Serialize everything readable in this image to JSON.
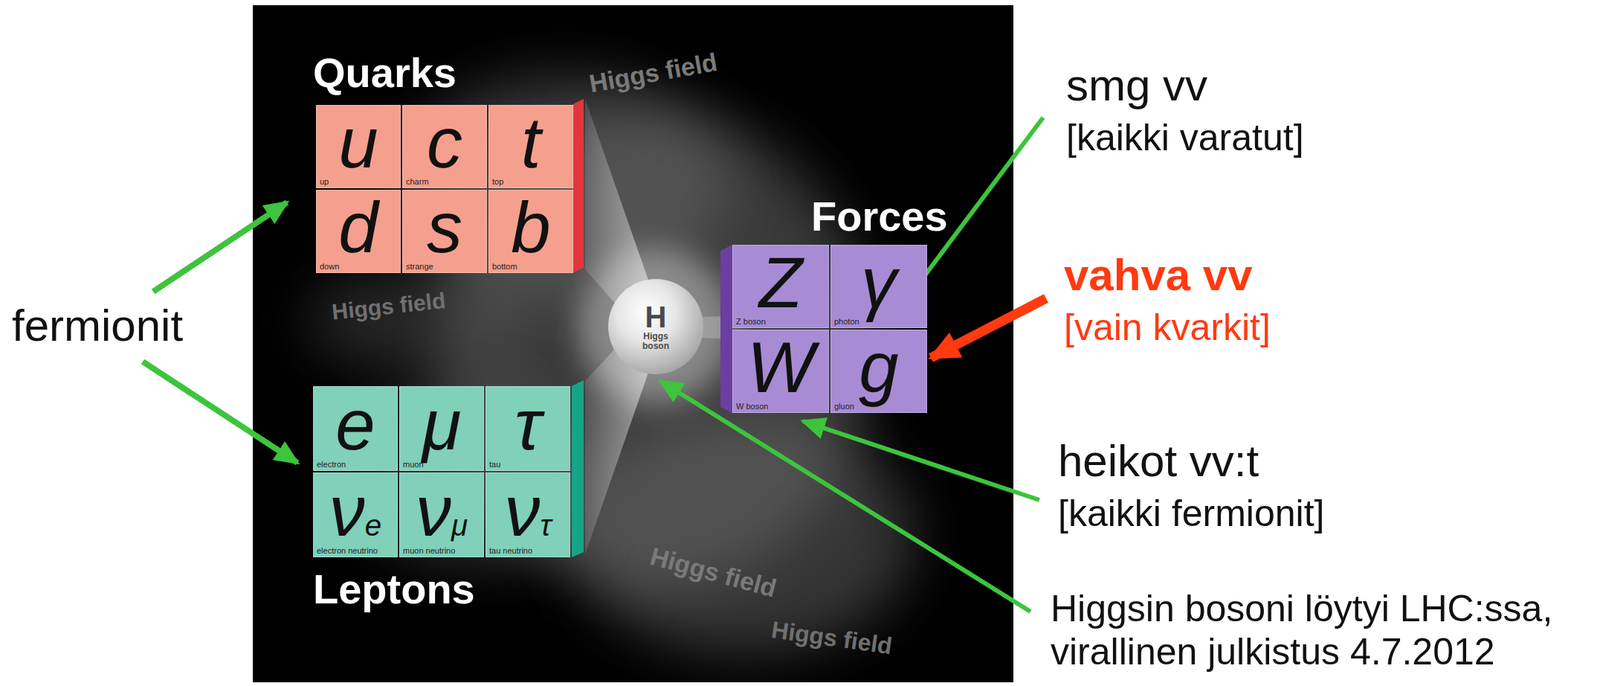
{
  "diagram": {
    "nodes": [
      {
        "text": [
          "u",
          "up"
        ]
      },
      {
        "text": [
          "c",
          "charm"
        ]
      },
      {
        "text": [
          "t",
          "top"
        ]
      },
      {
        "text": [
          "d",
          "down"
        ]
      },
      {
        "text": [
          "s",
          "strange"
        ]
      },
      {
        "text": [
          "b",
          "bottom"
        ]
      },
      {
        "text": [
          "H",
          "Higgs boson"
        ]
      },
      {
        "text": [
          "Z",
          "Z boson"
        ]
      },
      {
        "text": [
          "γ",
          "photon"
        ]
      },
      {
        "text": [
          "W",
          "W boson"
        ]
      },
      {
        "text": [
          "g",
          "gluon"
        ]
      },
      {
        "text": [
          "e",
          "electron"
        ]
      },
      {
        "text": [
          "μ",
          "muon"
        ]
      },
      {
        "text": [
          "τ",
          "tau"
        ]
      },
      {
        "text": [
          "νe",
          "electron neutrino"
        ]
      },
      {
        "text": [
          "νμ",
          "muon neutrino"
        ]
      },
      {
        "text": [
          "ντ",
          "tau neutrino"
        ]
      }
    ],
    "labels": [
      "Quarks",
      "Forces",
      "Leptons",
      "fermionit",
      "smg vv",
      "[kaikki varatut]",
      "vahva vv",
      "[vain kvarkit]",
      "heikot vv:t",
      "[kaikki fermionit]",
      "Higgsin bosoni löytyi LHC:ssa, virallinen julkistus 4.7.2012",
      "Higgs field",
      "Higgs field",
      "Higgs field",
      "Higgs field"
    ]
  }
}
